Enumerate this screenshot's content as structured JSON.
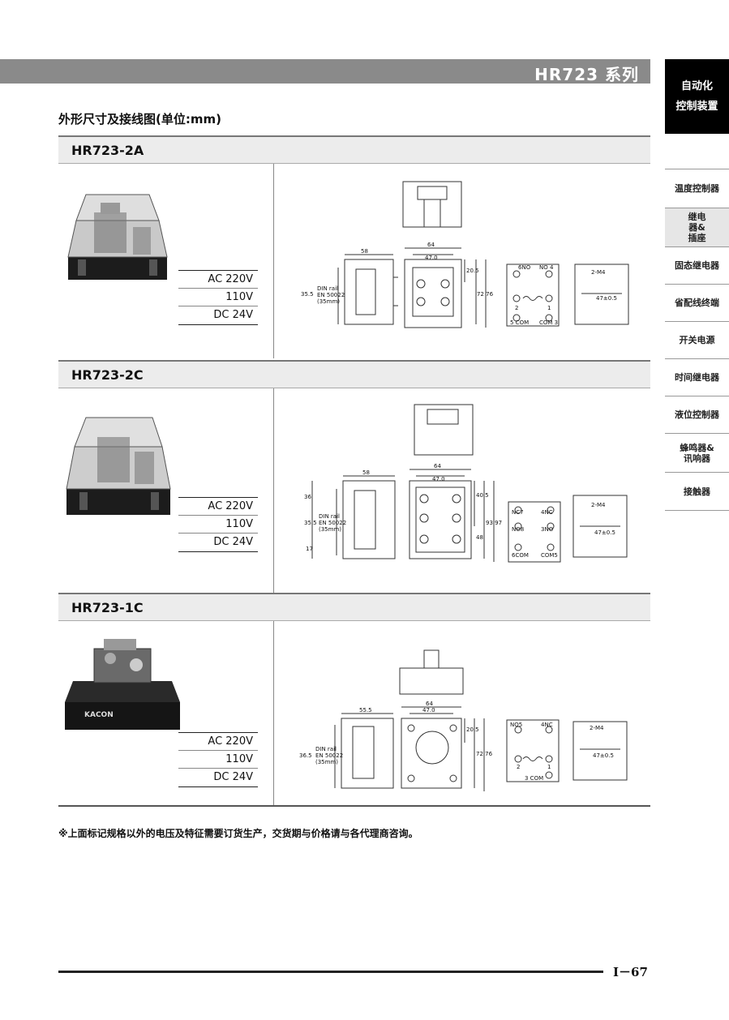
{
  "series_title": "HR723 系列",
  "sidebar": {
    "active_line1": "自动化",
    "active_line2": "控制装置",
    "items": [
      {
        "label": "温度控制器",
        "highlight": false
      },
      {
        "label": "继电器&插座",
        "highlight": true
      },
      {
        "label": "固态继电器",
        "highlight": false
      },
      {
        "label": "省配线终端",
        "highlight": false
      },
      {
        "label": "开关电源",
        "highlight": false
      },
      {
        "label": "时间继电器",
        "highlight": false
      },
      {
        "label": "液位控制器",
        "highlight": false
      },
      {
        "label": "蜂鸣器&讯响器",
        "highlight": false
      },
      {
        "label": "接触器",
        "highlight": false
      }
    ]
  },
  "heading": "外形尺寸及接线图(单位:mm)",
  "products": [
    {
      "model": "HR723-2A",
      "voltages": [
        "AC 220V",
        "110V",
        "DC 24V"
      ],
      "dims": {
        "side_width": "58",
        "front_width": "64",
        "inner_width": "47.0",
        "top_offset": "20.5",
        "heights": "72 76",
        "din_height": "35.5",
        "din_label": "DIN rail",
        "din_std": "EN 50022",
        "din_size": "(35mm)"
      },
      "wiring": {
        "t_tl": "6NO",
        "t_tr": "NO 4",
        "t_bl": "5 COM",
        "t_br": "COM 3",
        "n2": "2",
        "n1": "1"
      },
      "mount": {
        "label": "2-M4",
        "dim": "47±0.5"
      }
    },
    {
      "model": "HR723-2C",
      "voltages": [
        "AC 220V",
        "110V",
        "DC 24V"
      ],
      "dims": {
        "side_width": "58",
        "front_width": "64",
        "inner_width": "47.0",
        "top_offset": "40.5",
        "heights": "93 97",
        "lower": "48",
        "upper": "36",
        "bottom": "17",
        "din_height": "35.5",
        "din_label": "DIN rail",
        "din_std": "EN 50022",
        "din_size": "(35mm)"
      },
      "wiring": {
        "t_tl": "NC7",
        "t_tr": "4NC",
        "t_ml": "NO8",
        "t_mr": "3NO",
        "t_bl": "6COM",
        "t_br": "COM5"
      },
      "mount": {
        "label": "2-M4",
        "dim": "47±0.5"
      }
    },
    {
      "model": "HR723-1C",
      "voltages": [
        "AC 220V",
        "110V",
        "DC 24V"
      ],
      "photo_brand": "KACON",
      "dims": {
        "side_width": "55.5",
        "front_width": "64",
        "inner_width": "47.0",
        "top_offset": "20.5",
        "heights": "72 76",
        "din_height": "36.5",
        "din_label": "DIN rail",
        "din_std": "EN 50022",
        "din_size": "(35mm)"
      },
      "wiring": {
        "t_tl": "NO5",
        "t_tr": "4NC",
        "n2": "2",
        "n1": "1",
        "t_bl": "3 COM"
      },
      "mount": {
        "label": "2-M4",
        "dim": "47±0.5"
      }
    }
  ],
  "footnote": "※上面标记规格以外的电压及特征需要订货生产，交货期与价格请与各代理商咨询。",
  "page_number": "I－67"
}
